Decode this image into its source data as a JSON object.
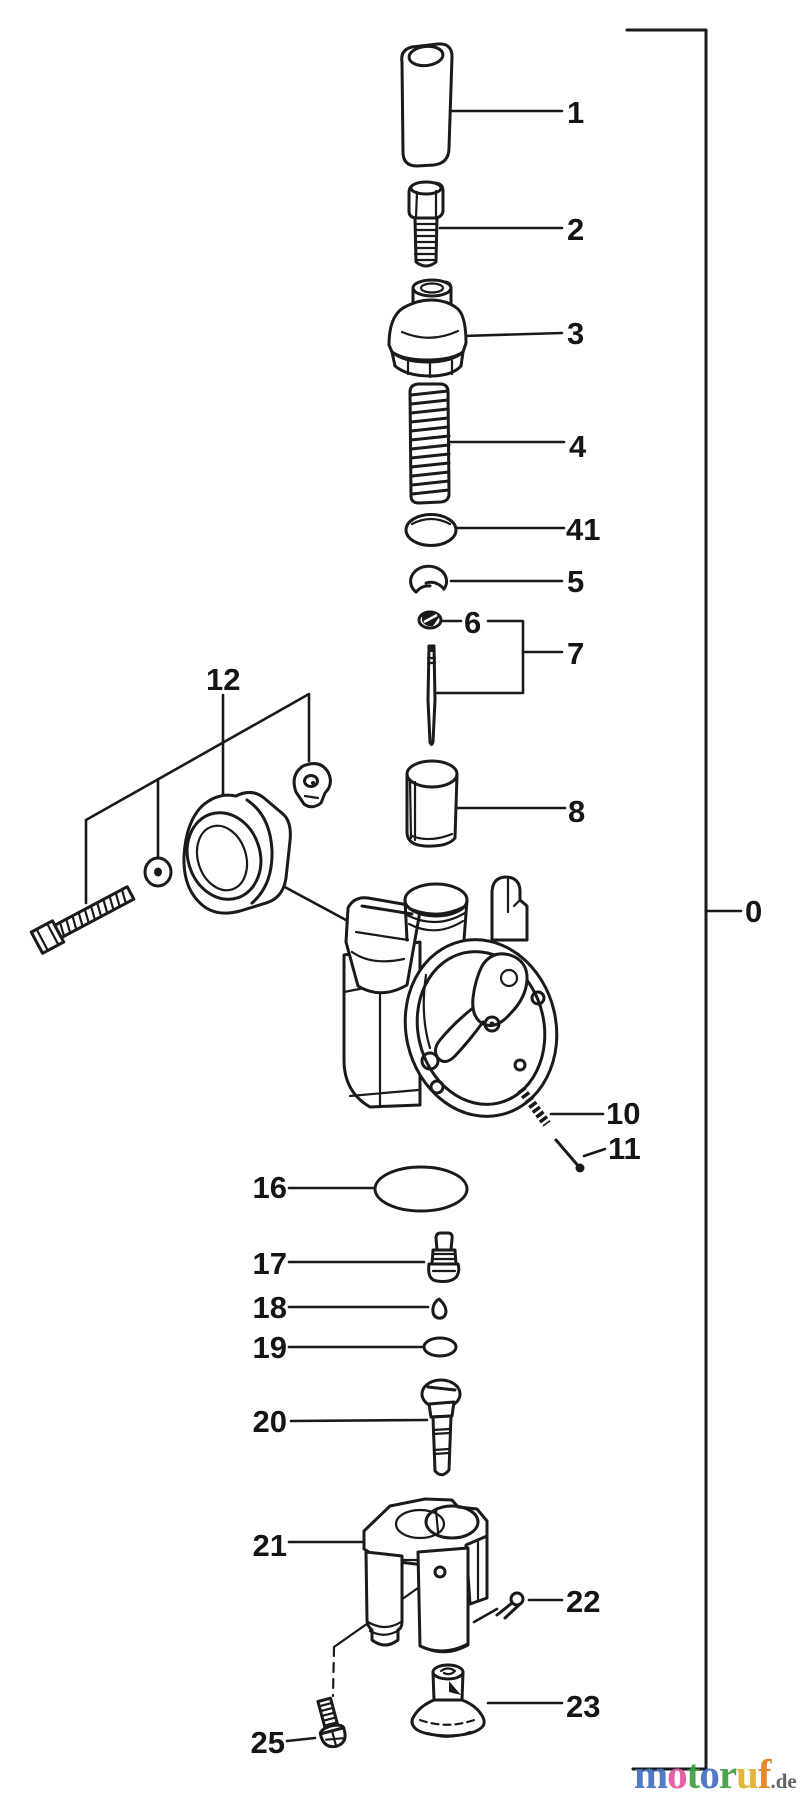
{
  "diagram": {
    "callouts": {
      "c0": "0",
      "c1": "1",
      "c2": "2",
      "c3": "3",
      "c4": "4",
      "c5": "5",
      "c6": "6",
      "c7": "7",
      "c8": "8",
      "c10": "10",
      "c11": "11",
      "c12": "12",
      "c16": "16",
      "c17": "17",
      "c18": "18",
      "c19": "19",
      "c20": "20",
      "c21": "21",
      "c22": "22",
      "c23": "23",
      "c25": "25",
      "c41": "41"
    }
  },
  "watermark": {
    "letters": [
      {
        "ch": "m",
        "style": "color:#4570c0"
      },
      {
        "ch": "o",
        "style": "color:#e0559e"
      },
      {
        "ch": "t",
        "style": "color:#3f9e42"
      },
      {
        "ch": "o",
        "style": "color:#4570c0"
      },
      {
        "ch": "r",
        "style": "color:#3f9e42"
      },
      {
        "ch": "u",
        "style": "color:#dfaf2a"
      },
      {
        "ch": "f",
        "style": "color:#e57f1f"
      }
    ],
    "suffix": ".de",
    "accent_colors": [
      "#4570c0",
      "#e0559e",
      "#3f9e42",
      "#dfaf2a",
      "#e57f1f"
    ]
  }
}
